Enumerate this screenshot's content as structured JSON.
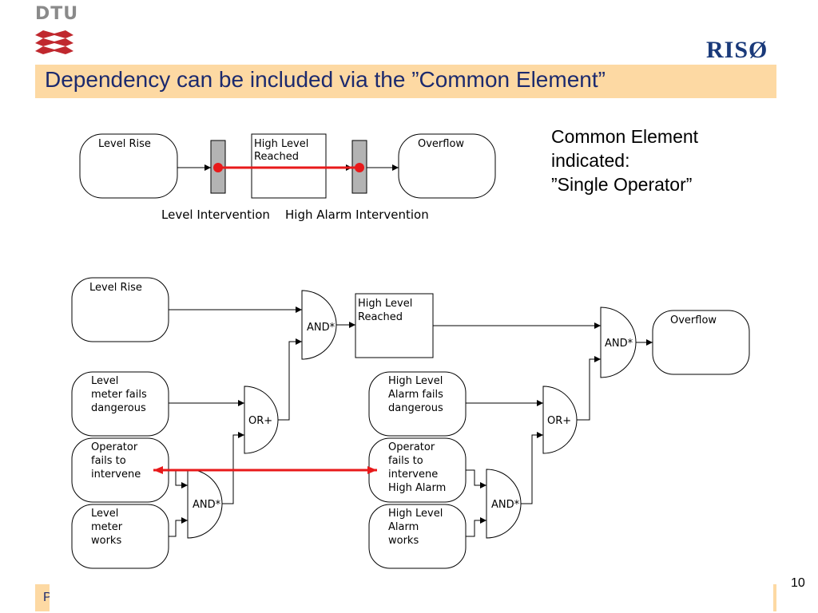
{
  "logos": {
    "dtu": "DTU",
    "riso": "RISØ"
  },
  "title": "Dependency can be included via the ”Common Element”",
  "side_note": [
    "Common Element",
    "indicated:",
    "”Single Operator”"
  ],
  "footer_text": "P",
  "page_number": "10",
  "top_diagram": {
    "level_rise": "Level Rise",
    "high_level_reached": [
      "High Level",
      "Reached"
    ],
    "overflow": "Overflow",
    "label_level_intervention": "Level Intervention",
    "label_high_alarm_intervention": "High Alarm Intervention"
  },
  "bottom_diagram": {
    "level_rise": "Level Rise",
    "high_level_reached": [
      "High Level",
      "Reached"
    ],
    "overflow": "Overflow",
    "level_meter_fails": [
      "Level",
      "meter fails",
      "dangerous"
    ],
    "operator_fails": [
      "Operator",
      "fails to",
      "intervene"
    ],
    "level_meter_works": [
      "Level",
      "meter",
      "works"
    ],
    "high_level_alarm_fails": [
      "High Level",
      "Alarm fails",
      "dangerous"
    ],
    "operator_fails_high_alarm": [
      "Operator",
      "fails to",
      "intervene",
      "High Alarm"
    ],
    "high_level_alarm_works": [
      "High Level",
      "Alarm",
      "works"
    ],
    "gate_and": "AND*",
    "gate_or": "OR+"
  },
  "colors": {
    "title_bar": "#fdd9a3",
    "title_text": "#1c2a6e",
    "common_element": "#e8191a",
    "riso": "#1a3a7a",
    "dtu_red": "#c0282e"
  }
}
